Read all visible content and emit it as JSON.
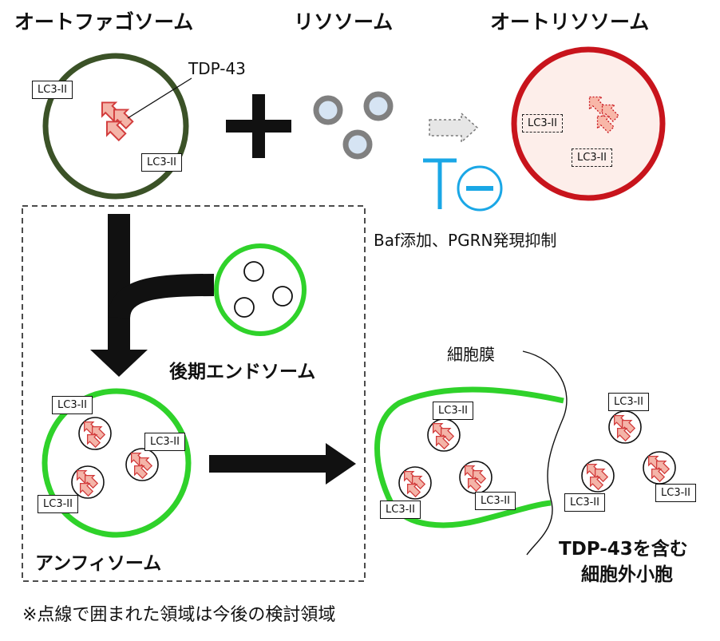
{
  "titles": {
    "autophagosome": "オートファゴソーム",
    "lysosome": "リソソーム",
    "autolysosome": "オートリソソーム"
  },
  "protein": "TDP-43",
  "marker": "LC3-II",
  "inhibition": "Baf添加、PGRN発現抑制",
  "late_endosome": "後期エンドソーム",
  "amphisome": "アンフィソーム",
  "membrane": "細胞膜",
  "ev_line1": "TDP-43を含む",
  "ev_line2": "細胞外小胞",
  "footnote": "※点線で囲まれた領域は今後の検討領域",
  "colors": {
    "autophagosome": "#3b5227",
    "autolysosome": "#c8141c",
    "membrane_green": "#2fd22a",
    "inhibit_blue": "#1aa7e6",
    "protein_fill": "#f4b4a8",
    "autolyso_fill": "#fdeeea"
  }
}
